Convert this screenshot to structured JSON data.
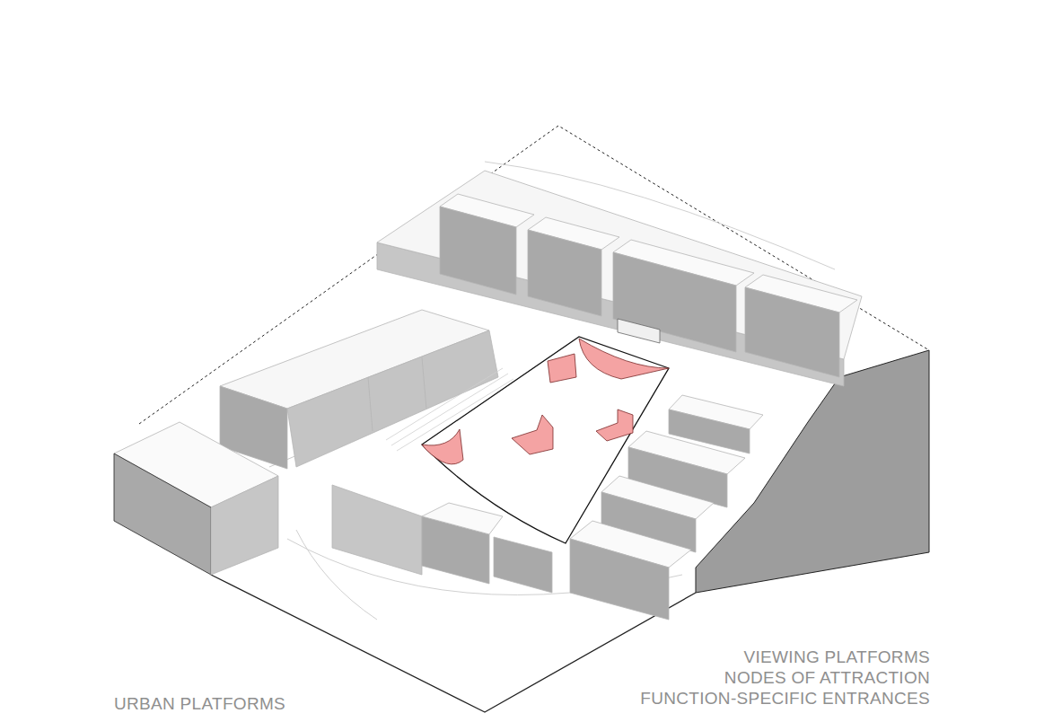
{
  "diagram": {
    "labels": [
      "VIEWING PLATFORMS",
      "NODES OF ATTRACTION",
      "FUNCTION-SPECIFIC ENTRANCES",
      "URBAN PLATFORMS"
    ]
  }
}
